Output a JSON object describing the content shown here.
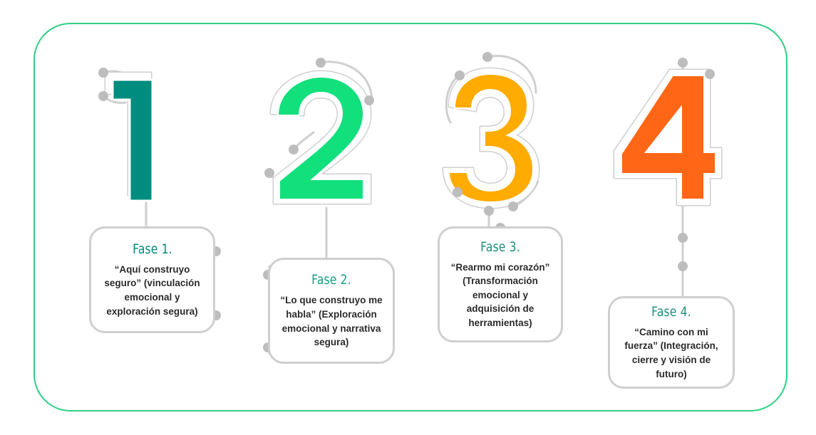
{
  "colors": {
    "frame_border": "#2ecf86",
    "digit_1": "#008c7f",
    "digit_2": "#12e07c",
    "digit_3": "#ffab00",
    "digit_4": "#ff6616",
    "connector_line": "#cfcfcf",
    "connector_dot": "#bdbdbd",
    "title_text": "#1f8f80",
    "body_text": "#2b2b2b"
  },
  "phases": [
    {
      "number": "1",
      "title": "Fase 1.",
      "description": "“Aquí construyo seguro” (vinculación emocional y exploración segura)"
    },
    {
      "number": "2",
      "title": "Fase 2.",
      "description": "“Lo que construyo me habla” (Exploración emocional y narrativa segura)"
    },
    {
      "number": "3",
      "title": "Fase 3.",
      "description": "“Rearmo mi corazón” (Transformación emocional y adquisición de herramientas)"
    },
    {
      "number": "4",
      "title": "Fase 4.",
      "description": "“Camino con mi fuerza” (Integración, cierre y visión de futuro)"
    }
  ]
}
